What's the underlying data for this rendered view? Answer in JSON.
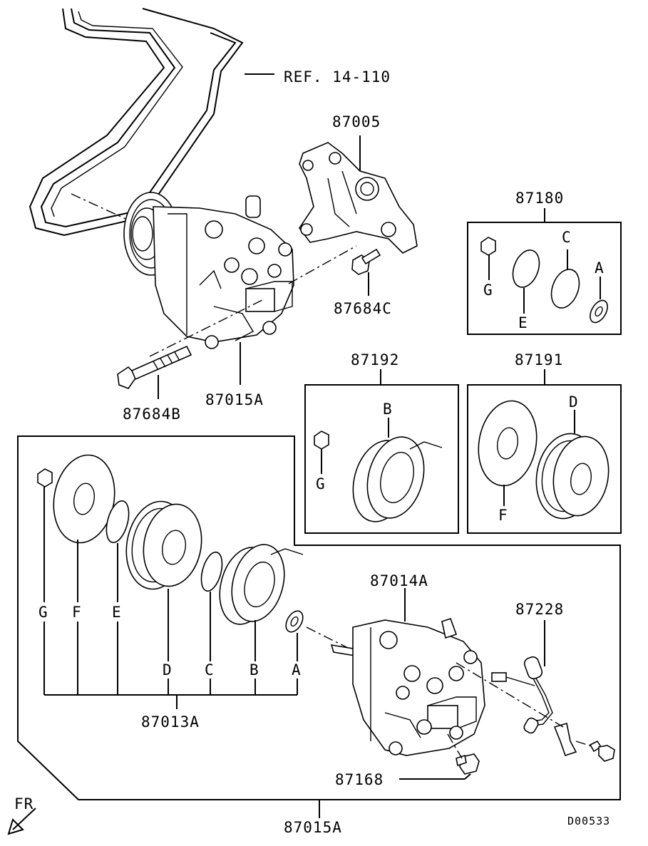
{
  "labels": {
    "ref": "REF. 14-110",
    "bracket": "87005",
    "bracket_bolt": "87684C",
    "compressor_top": "87015A",
    "compressor_bolt": "87684B",
    "kit_87180": "87180",
    "kit_87192": "87192",
    "kit_87191": "87191",
    "clutch_set": "87013A",
    "compressor_body": "87014A",
    "harness": "87228",
    "relief_valve": "87168",
    "compressor_bottom": "87015A",
    "diagram_code": "D00533",
    "fr": "FR"
  },
  "letters": {
    "a": "A",
    "b": "B",
    "c": "C",
    "d": "D",
    "e": "E",
    "f": "F",
    "g": "G"
  }
}
